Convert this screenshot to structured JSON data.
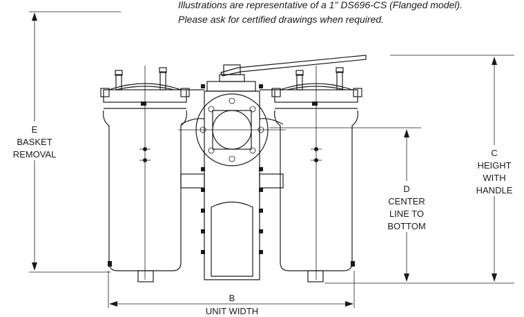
{
  "note": {
    "line1": "Illustrations are representative of a 1\" DS696-CS (Flanged model).",
    "line2": "Please ask for certified drawings when required."
  },
  "dimensions": {
    "e": {
      "letter": "E",
      "line1": "BASKET",
      "line2": "REMOVAL"
    },
    "c": {
      "letter": "C",
      "line1": "HEIGHT",
      "line2": "WITH",
      "line3": "HANDLE"
    },
    "d": {
      "letter": "D",
      "line1": "CENTER",
      "line2": "LINE TO",
      "line3": "BOTTOM"
    },
    "b": {
      "letter": "B",
      "line1": "UNIT WIDTH"
    }
  },
  "colors": {
    "line": "#1a1a1a",
    "background": "#ffffff"
  }
}
